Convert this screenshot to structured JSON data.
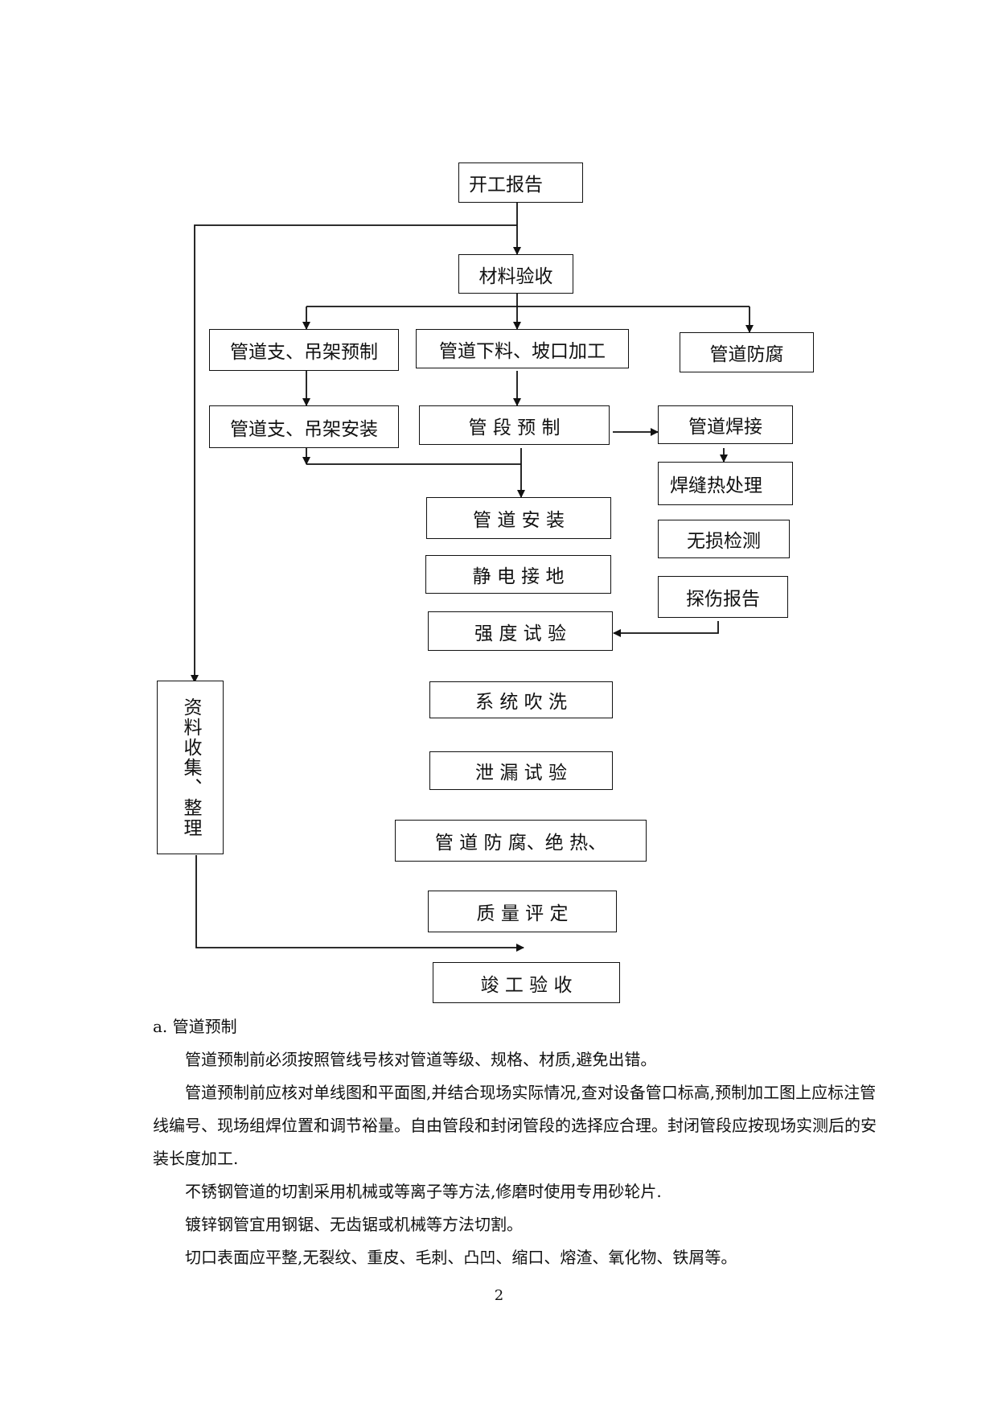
{
  "flowchart": {
    "nodes": {
      "start_report": "开工报告",
      "material_check": "材料验收",
      "support_prefab": "管道支、吊架预制",
      "cutting_bevel": "管道下料、坡口加工",
      "anticorrosion": "管道防腐",
      "support_install": "管道支、吊架安装",
      "segment_prefab": "管 段 预 制",
      "welding": "管道焊接",
      "weld_heat_treat": "焊缝热处理",
      "ndt": "无损检测",
      "flaw_report": "探伤报告",
      "pipe_install": "管 道 安 装",
      "grounding": "静 电 接 地",
      "strength_test": "强 度 试 验",
      "flushing": "系 统 吹 洗",
      "leak_test": "泄 漏 试 验",
      "anticorr_insulation": "管 道 防 腐、绝 热、",
      "quality_eval": "质 量 评 定",
      "completion": "竣 工 验 收",
      "documentation": "资料收集、整理"
    }
  },
  "section": {
    "heading": "a. 管道预制",
    "paragraphs": [
      "管道预制前必须按照管线号核对管道等级、规格、材质,避免出错。",
      "管道预制前应核对单线图和平面图,并结合现场实际情况,查对设备管口标高,预制加工图上应标注管线编号、现场组焊位置和调节裕量。自由管段和封闭管段的选择应合理。封闭管段应按现场实测后的安装长度加工.",
      "不锈钢管道的切割采用机械或等离子等方法,修磨时使用专用砂轮片.",
      "镀锌钢管宜用钢锯、无齿锯或机械等方法切割。",
      "切口表面应平整,无裂纹、重皮、毛刺、凸凹、缩口、熔渣、氧化物、铁屑等。"
    ]
  },
  "page_number": "2"
}
